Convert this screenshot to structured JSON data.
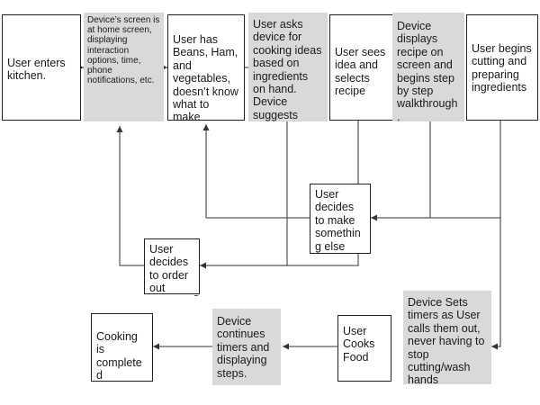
{
  "flowchart": {
    "nodes": {
      "user_enters": "User enters kitchen.",
      "home_screen": "Device’s screen is at home screen, displaying interaction options, time, phone notifications, etc.",
      "user_has": "User has Beans, Ham, and vegetables, doesn’t know what to make",
      "user_asks": "User asks device for cooking ideas based on ingredients on hand. Device suggests Ham Soup",
      "sees_idea": "User sees idea and selects recipe",
      "displays_recipe": "Device displays recipe on screen and begins step by step walkthrough.",
      "begins_cutting": "User begins cutting and preparing ingredients",
      "decides_else": "User decides to make something else",
      "decides_order": "User decides to order out",
      "cooking_completed": "Cooking is completed",
      "continues_timers": "Device continues timers and displaying steps.",
      "user_cooks": "User Cooks Food",
      "sets_timers": "Device Sets timers as User calls them out, never having to stop cutting/wash hands"
    }
  }
}
